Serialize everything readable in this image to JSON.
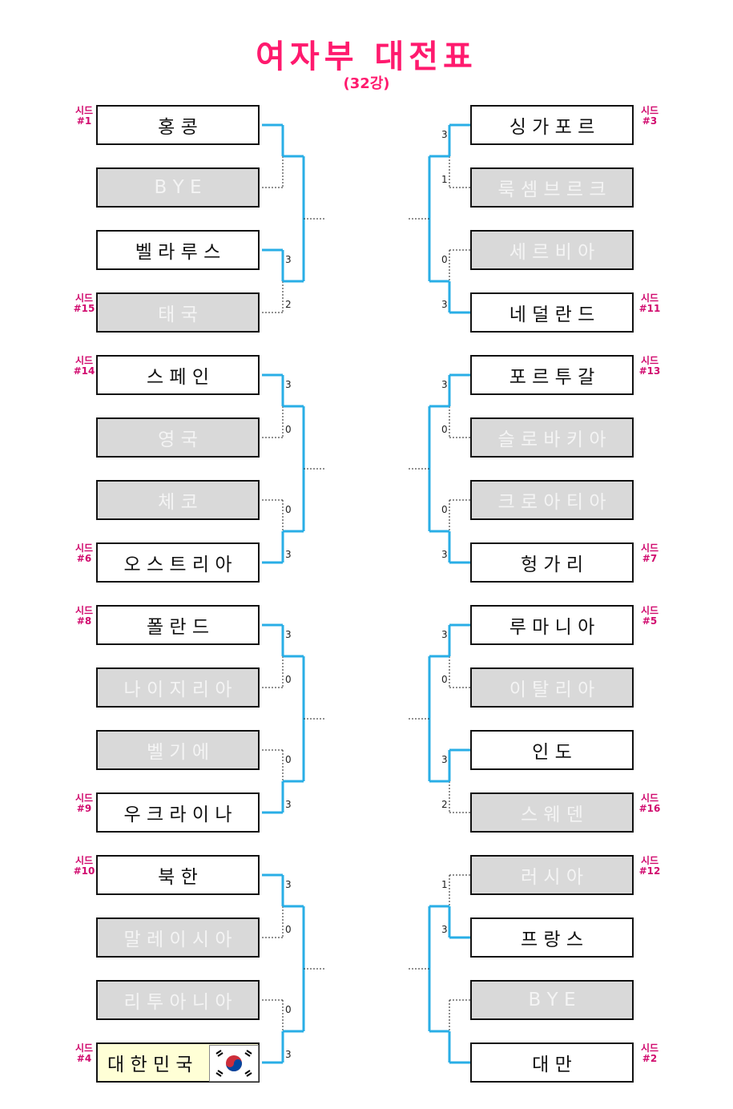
{
  "title": "여자부 대전표",
  "subtitle": "(32강)",
  "seed_label": "시드",
  "colors": {
    "title": "#ff1a6e",
    "line": "#29aee6",
    "loser_bg": "#d9d9d9",
    "home_bg": "#ffffd6"
  },
  "left": [
    {
      "name": "홍 콩",
      "seed": "#1",
      "won": true,
      "score": ""
    },
    {
      "name": "B Y E",
      "seed": "",
      "won": false,
      "score": ""
    },
    {
      "name": "벨 라 루 스",
      "seed": "",
      "won": true,
      "score": "3"
    },
    {
      "name": "태 국",
      "seed": "#15",
      "won": false,
      "score": "2"
    },
    {
      "name": "스 페 인",
      "seed": "#14",
      "won": true,
      "score": "3"
    },
    {
      "name": "영 국",
      "seed": "",
      "won": false,
      "score": "0"
    },
    {
      "name": "체 코",
      "seed": "",
      "won": false,
      "score": "0"
    },
    {
      "name": "오 스 트 리 아",
      "seed": "#6",
      "won": true,
      "score": "3"
    },
    {
      "name": "폴 란 드",
      "seed": "#8",
      "won": true,
      "score": "3"
    },
    {
      "name": "나 이 지 리 아",
      "seed": "",
      "won": false,
      "score": "0"
    },
    {
      "name": "벨 기 에",
      "seed": "",
      "won": false,
      "score": "0"
    },
    {
      "name": "우 크 라 이 나",
      "seed": "#9",
      "won": true,
      "score": "3"
    },
    {
      "name": "북 한",
      "seed": "#10",
      "won": true,
      "score": "3"
    },
    {
      "name": "말 레 이 시 아",
      "seed": "",
      "won": false,
      "score": "0"
    },
    {
      "name": "리 투 아 니 아",
      "seed": "",
      "won": false,
      "score": "0"
    },
    {
      "name": "대 한 민 국",
      "seed": "#4",
      "won": true,
      "score": "3",
      "flag": "korea-flag-icon"
    }
  ],
  "right": [
    {
      "name": "싱 가 포 르",
      "seed": "#3",
      "won": true,
      "score": "3"
    },
    {
      "name": "룩 셈 브 르 크",
      "seed": "",
      "won": false,
      "score": "1"
    },
    {
      "name": "세 르 비 아",
      "seed": "",
      "won": false,
      "score": "0"
    },
    {
      "name": "네 덜 란 드",
      "seed": "#11",
      "won": true,
      "score": "3"
    },
    {
      "name": "포 르 투 갈",
      "seed": "#13",
      "won": true,
      "score": "3"
    },
    {
      "name": "슬 로 바 키 아",
      "seed": "",
      "won": false,
      "score": "0"
    },
    {
      "name": "크 로 아 티 아",
      "seed": "",
      "won": false,
      "score": "0"
    },
    {
      "name": "헝 가 리",
      "seed": "#7",
      "won": true,
      "score": "3"
    },
    {
      "name": "루 마 니 아",
      "seed": "#5",
      "won": true,
      "score": "3"
    },
    {
      "name": "이 탈 리 아",
      "seed": "",
      "won": false,
      "score": "0"
    },
    {
      "name": "인 도",
      "seed": "",
      "won": true,
      "score": "3"
    },
    {
      "name": "스 웨 덴",
      "seed": "#16",
      "won": false,
      "score": "2"
    },
    {
      "name": "러 시 아",
      "seed": "#12",
      "won": false,
      "score": "1"
    },
    {
      "name": "프 랑 스",
      "seed": "",
      "won": true,
      "score": "3"
    },
    {
      "name": "B Y E",
      "seed": "",
      "won": false,
      "score": ""
    },
    {
      "name": "대 만",
      "seed": "#2",
      "won": true,
      "score": ""
    }
  ]
}
